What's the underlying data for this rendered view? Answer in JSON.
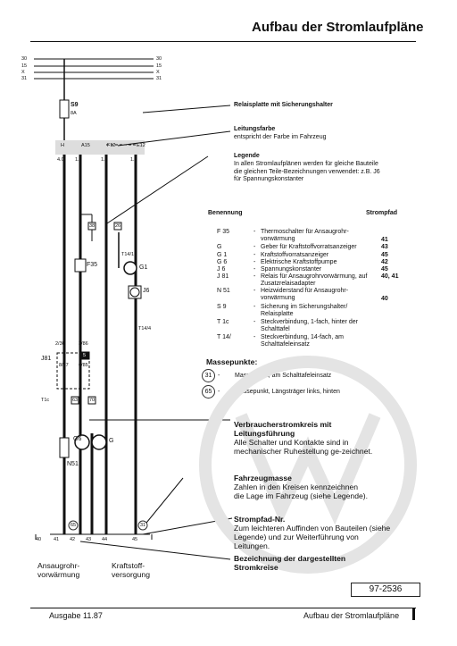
{
  "header": {
    "title": "Aufbau der Stromlaufpläne"
  },
  "rails": {
    "labels_left": [
      "30",
      "15",
      "X",
      "31"
    ],
    "labels_right": [
      "30",
      "15",
      "X",
      "31"
    ]
  },
  "diagram": {
    "fuse": "S9",
    "fuse_amp": "8A",
    "relay_plate_top": [
      "H",
      "A15",
      "F12",
      "E12"
    ],
    "wire_sizes_top": [
      "4.0",
      "1.0",
      "1.0",
      "1.0"
    ],
    "components": [
      "F35",
      "G1",
      "J6",
      "J81",
      "G6",
      "G",
      "N51",
      "T1c",
      "T14/1",
      "T14/4"
    ],
    "relay_pins": [
      "2/30",
      "3/86",
      "8/87",
      "6/85"
    ],
    "bottom_track": [
      "40",
      "41",
      "42",
      "43",
      "44",
      "45"
    ],
    "ground_points": [
      "65",
      "31"
    ],
    "box_labels": [
      "38",
      "26",
      "5",
      "70",
      "63"
    ]
  },
  "annotations": {
    "relaisplatte": "Relaisplatte mit Sicherungshalter",
    "leitungsfarbe_head": "Leitungsfarbe",
    "leitungsfarbe_body": "entspricht der Farbe im Fahrzeug",
    "legende_head": "Legende",
    "legende_body": "In allen Stromlaufplänen werden für gleiche Bauteile die gleichen Teile-Bezeichnungen verwendet: z.B. J6 für Spannungskonstanter"
  },
  "legend": {
    "col_name": "Benennung",
    "col_pfad": "Strompfad",
    "rows": [
      {
        "code": "F 35",
        "desc": "Thermoschalter für Ansaugrohr-vorwärmung",
        "pfad": "41"
      },
      {
        "code": "G",
        "desc": "Geber für Kraftstoffvorratsanzeiger",
        "pfad": "43"
      },
      {
        "code": "G 1",
        "desc": "Kraftstoffvorratsanzeiger",
        "pfad": "45"
      },
      {
        "code": "G 6",
        "desc": "Elektrische Kraftstoffpumpe",
        "pfad": "42"
      },
      {
        "code": "J 6",
        "desc": "Spannungskonstanter",
        "pfad": "45"
      },
      {
        "code": "J 81",
        "desc": "Relais für Ansaugrohrvorwärmung, auf Zusatzrelaisadapter",
        "pfad": "40, 41"
      },
      {
        "code": "N 51",
        "desc": "Heizwiderstand für Ansaugrohr-vorwärmung",
        "pfad": "40"
      },
      {
        "code": "S 9",
        "desc": "Sicherung im Sicherungshalter/ Relaisplatte",
        "pfad": ""
      },
      {
        "code": "T 1c",
        "desc": "Steckverbindung, 1-fach, hinter der Schalttafel",
        "pfad": ""
      },
      {
        "code": "T 14/",
        "desc": "Steckverbindung, 14-fach, am Schalttafeleinsatz",
        "pfad": ""
      }
    ]
  },
  "massepunkte": {
    "title": "Massepunkte:",
    "items": [
      {
        "num": "31",
        "desc": "Massepunkt, am Schalttafeleinsatz"
      },
      {
        "num": "65",
        "desc": "Massepunkt, Längsträger links, hinten"
      }
    ]
  },
  "callouts": {
    "verbraucher_head": "Verbraucherstromkreis mit Leitungsführung",
    "verbraucher_body": "Alle Schalter und Kontakte sind in mechanischer Ruhestellung ge-zeichnet.",
    "fahrzeug_head": "Fahrzeugmasse",
    "fahrzeug_body": "Zahlen in den Kreisen kennzeichnen die Lage im Fahrzeug (siehe Legende).",
    "strompfad_head": "Strompfad-Nr.",
    "strompfad_body": "Zum leichteren Auffinden von Bauteilen (siehe Legende) und zur Weiterführung von Leitungen.",
    "bezeichnung": "Bezeichnung der dargestellten Stromkreise"
  },
  "bottom_labels": {
    "left": "Ansaugrohr-vorwärmung",
    "right": "Kraftstoff-versorgung"
  },
  "stamp": "97-2536",
  "footer": {
    "left": "Ausgabe 11.87",
    "right": "Aufbau der Stromlaufpläne"
  }
}
